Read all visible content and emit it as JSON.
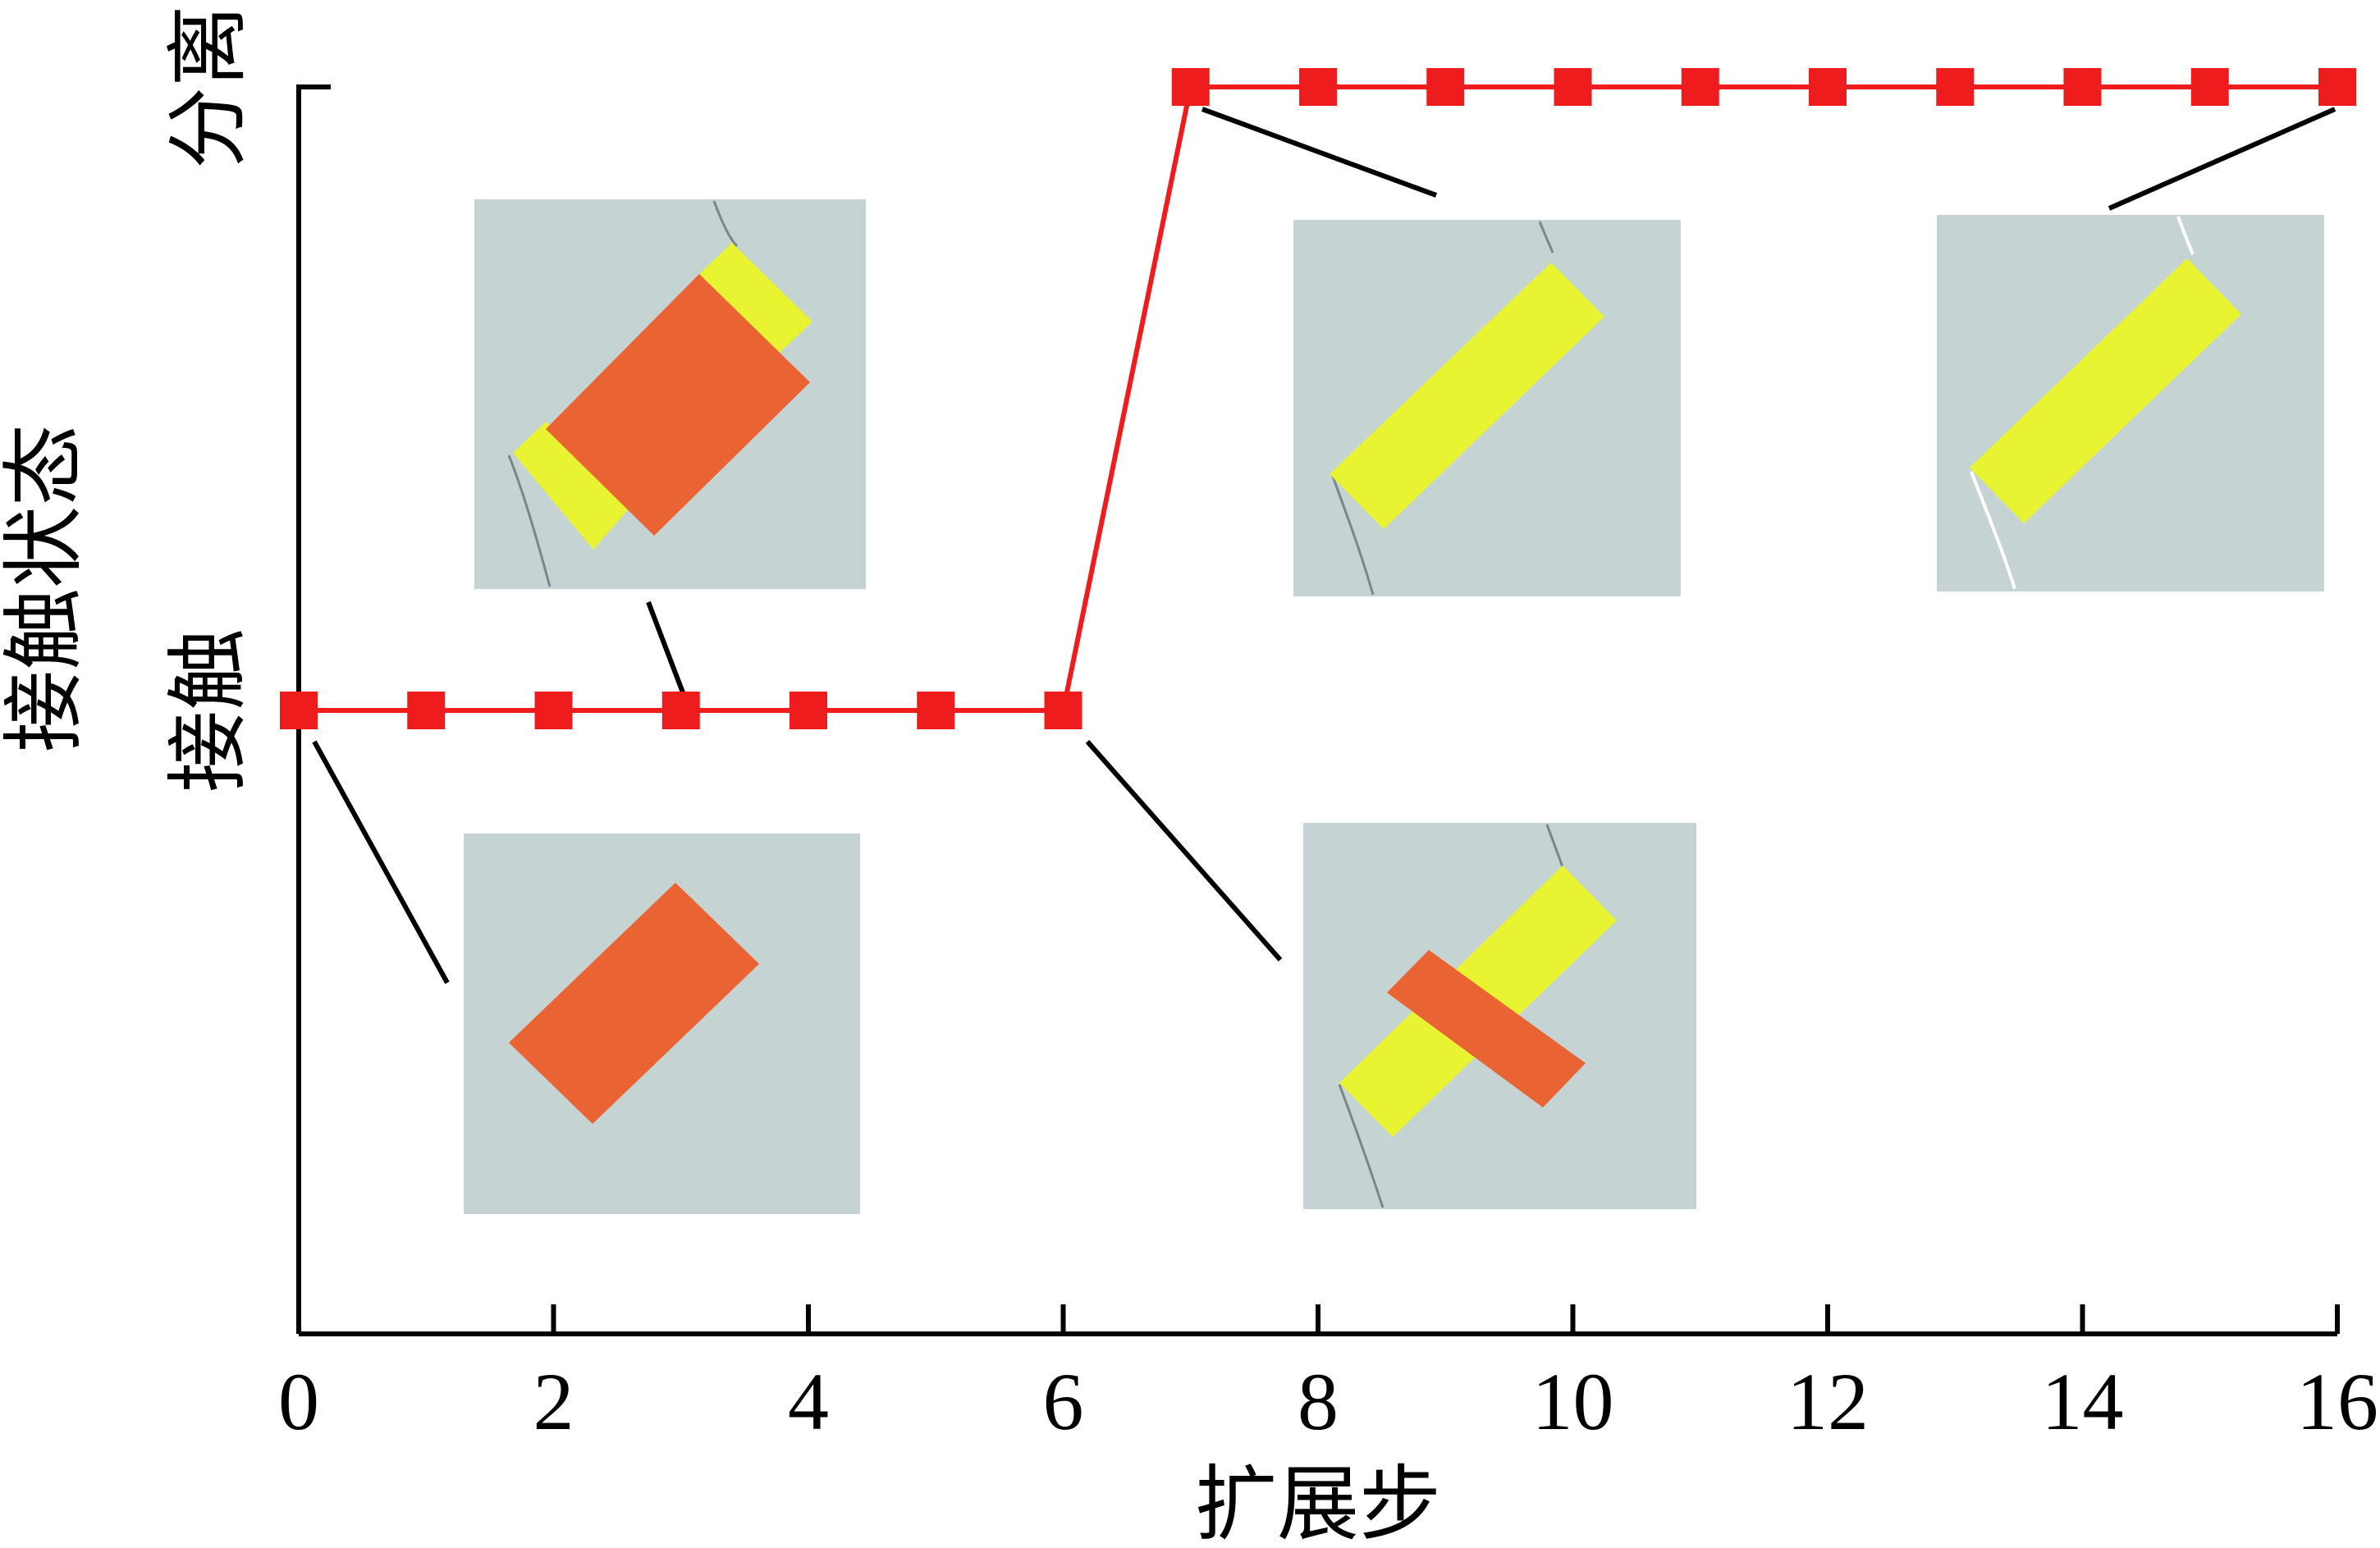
{
  "chart_data": {
    "type": "line",
    "xlabel": "扩展步",
    "ylabel": "接触状态",
    "xlim": [
      0,
      16
    ],
    "x_ticks": [
      "0",
      "2",
      "4",
      "6",
      "8",
      "10",
      "12",
      "14",
      "16"
    ],
    "y_categories": [
      "接触",
      "分离"
    ],
    "series": [
      {
        "x": [
          0,
          1,
          2,
          3,
          4,
          5,
          6,
          7,
          8,
          9,
          10,
          11,
          12,
          13,
          14,
          15,
          16
        ],
        "y": [
          "接触",
          "接触",
          "接触",
          "接触",
          "接触",
          "接触",
          "接触",
          "分离",
          "分离",
          "分离",
          "分离",
          "分离",
          "分离",
          "分离",
          "分离",
          "分离",
          "分离"
        ],
        "color": "#ee1c1c",
        "marker": "square"
      }
    ],
    "grid": false
  },
  "colors": {
    "inset_background": "#c5d3d3",
    "orange_block": "#e96333",
    "yellow_block": "#e8f431",
    "axis": "#000000"
  }
}
